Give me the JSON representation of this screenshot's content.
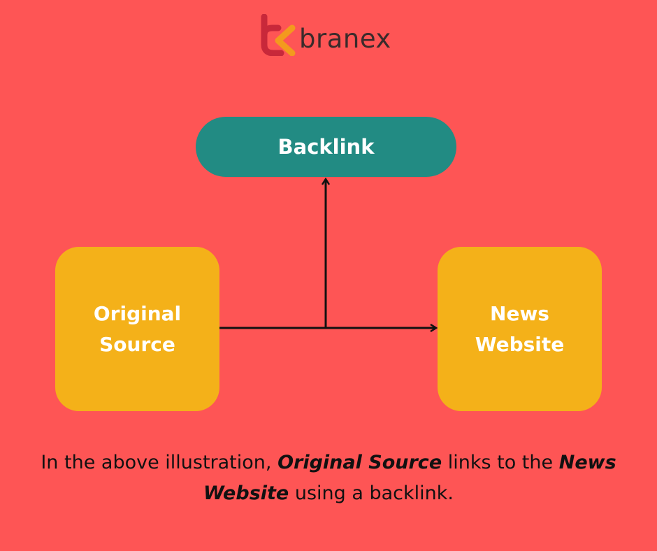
{
  "logo": {
    "text": "branex",
    "icon": "branex-logo-mark",
    "colors": {
      "red": "#c8283a",
      "orange": "#f39a1e",
      "text": "#3a2b2b"
    }
  },
  "diagram": {
    "nodes": {
      "backlink": {
        "label": "Backlink",
        "color": "#228b83"
      },
      "original_source": {
        "label": "Original\nSource",
        "color": "#f4b119"
      },
      "news_website": {
        "label": "News\nWebsite",
        "color": "#f4b119"
      }
    },
    "edges": [
      {
        "from": "original_source",
        "to": "news_website",
        "arrow": "right"
      },
      {
        "from": "original_source",
        "to": "backlink",
        "arrow": "up"
      }
    ]
  },
  "caption": {
    "part1": "In the above illustration, ",
    "bold1": "Original Source",
    "part2": " links to the ",
    "bold2": "News Website",
    "part3": " using a backlink."
  },
  "colors": {
    "background": "#fe5555",
    "line": "#111111"
  }
}
